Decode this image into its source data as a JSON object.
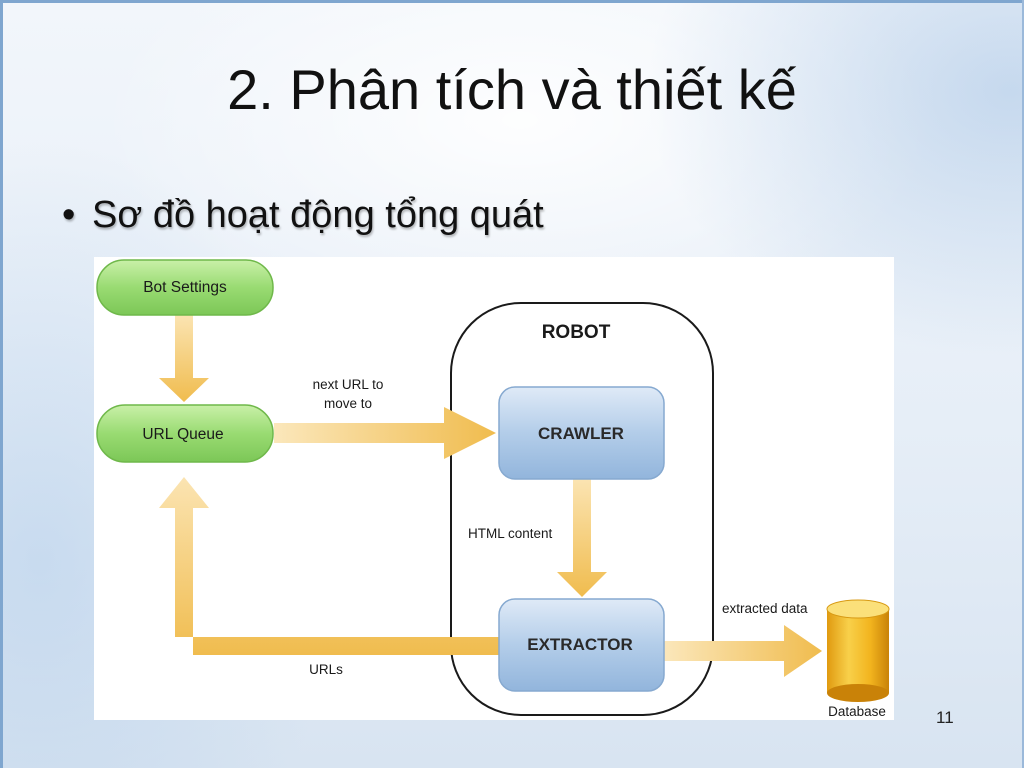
{
  "slide": {
    "title": "2. Phân tích và thiết kế",
    "bullet_symbol": "•",
    "bullet_text": "Sơ đồ hoạt động tổng quát",
    "page_number": "11"
  },
  "diagram": {
    "robot_label": "ROBOT",
    "nodes": {
      "bot_settings": "Bot Settings",
      "url_queue": "URL Queue",
      "crawler": "CRAWLER",
      "extractor": "EXTRACTOR",
      "database": "Database"
    },
    "edges": {
      "next_url_line1": "next URL to",
      "next_url_line2": "move to",
      "html_content": "HTML content",
      "extracted_data": "extracted data",
      "urls": "URLs"
    },
    "colors": {
      "green_node": "#8fd46a",
      "blue_node": "#a8c6e6",
      "arrow": "#f2c158",
      "database": "#f2b41e"
    }
  }
}
